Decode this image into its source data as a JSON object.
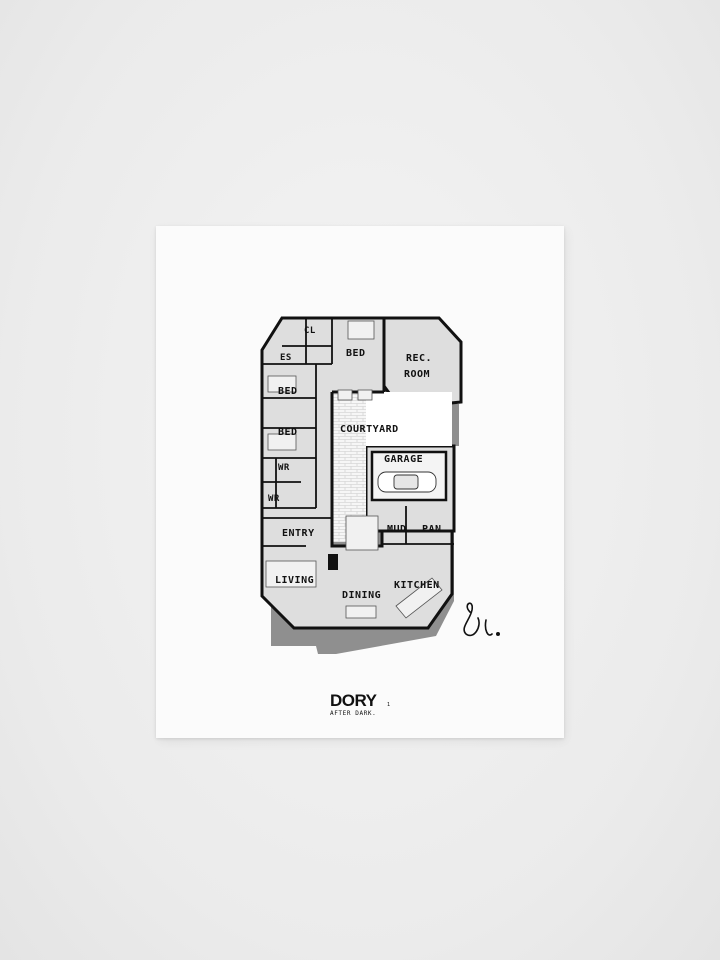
{
  "print": {
    "rooms": {
      "cl": "CL",
      "bed_top": "BED",
      "es": "ES",
      "rec_room_1": "REC.",
      "rec_room_2": "ROOM",
      "bed_1": "BED",
      "bed_2": "BED",
      "courtyard": "COURTYARD",
      "garage": "GARAGE",
      "wr_1": "WR",
      "wr_2": "WR",
      "entry": "ENTRY",
      "mud": "MUD",
      "pan": "PAN",
      "living": "LIVING",
      "kitchen": "KITCHEN",
      "dining": "DINING"
    },
    "brand": {
      "name": "DORY",
      "tagline": "AFTER DARK.",
      "mark": "1"
    }
  },
  "colors": {
    "floor": "#dedede",
    "wall": "#111111",
    "shadow": "#8f8f8f",
    "paper": "#fbfbfb"
  }
}
